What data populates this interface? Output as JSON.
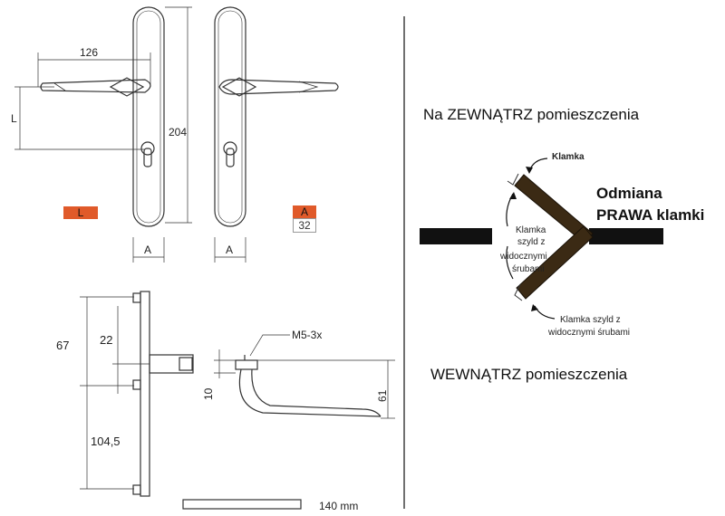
{
  "drawing": {
    "dim_width_126": "126",
    "dim_L": "L",
    "dim_height_204": "204",
    "dim_A_left": "A",
    "dim_A_right": "A",
    "badge_L": "L",
    "badge_A": "A",
    "badge_32": "32",
    "dim_67": "67",
    "dim_22": "22",
    "dim_104_5": "104,5",
    "screw_label": "M5-3x",
    "dim_10": "10",
    "dim_61": "61",
    "bar_length": "140 mm",
    "badge_color": "#E05A2A"
  },
  "schema": {
    "outside_label": "Na ZEWNĄTRZ pomieszczenia",
    "variant_line1": "Odmiana",
    "variant_line2": "PRAWA klamki",
    "handle_label": "Klamka",
    "plate_label_1_line1": "Klamka",
    "plate_label_1_line2": "szyld z",
    "plate_label_1_line3": "widocznymi",
    "plate_label_1_line4": "śrubami",
    "plate_label_2_line1": "Klamka szyld z",
    "plate_label_2_line2": "widocznymi śrubami",
    "inside_label": "WEWNĄTRZ pomieszczenia",
    "door_color": "#3B2A14"
  }
}
